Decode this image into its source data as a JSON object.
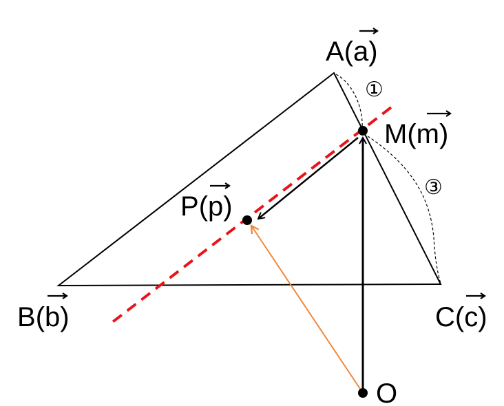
{
  "points": {
    "A": {
      "letter": "A",
      "vector": "a"
    },
    "B": {
      "letter": "B",
      "vector": "b"
    },
    "C": {
      "letter": "C",
      "vector": "c"
    },
    "M": {
      "letter": "M",
      "vector": "m"
    },
    "P": {
      "letter": "P",
      "vector": "p"
    },
    "O": {
      "letter": "O"
    }
  },
  "ratios": {
    "AM": "①",
    "MC": "③"
  },
  "colors": {
    "triangle": "#000000",
    "parallel_line": "#e8141a",
    "vector_OP": "#f0883a",
    "vector_OM": "#000000",
    "vector_MP": "#000000",
    "ratio_arc": "#000000"
  }
}
